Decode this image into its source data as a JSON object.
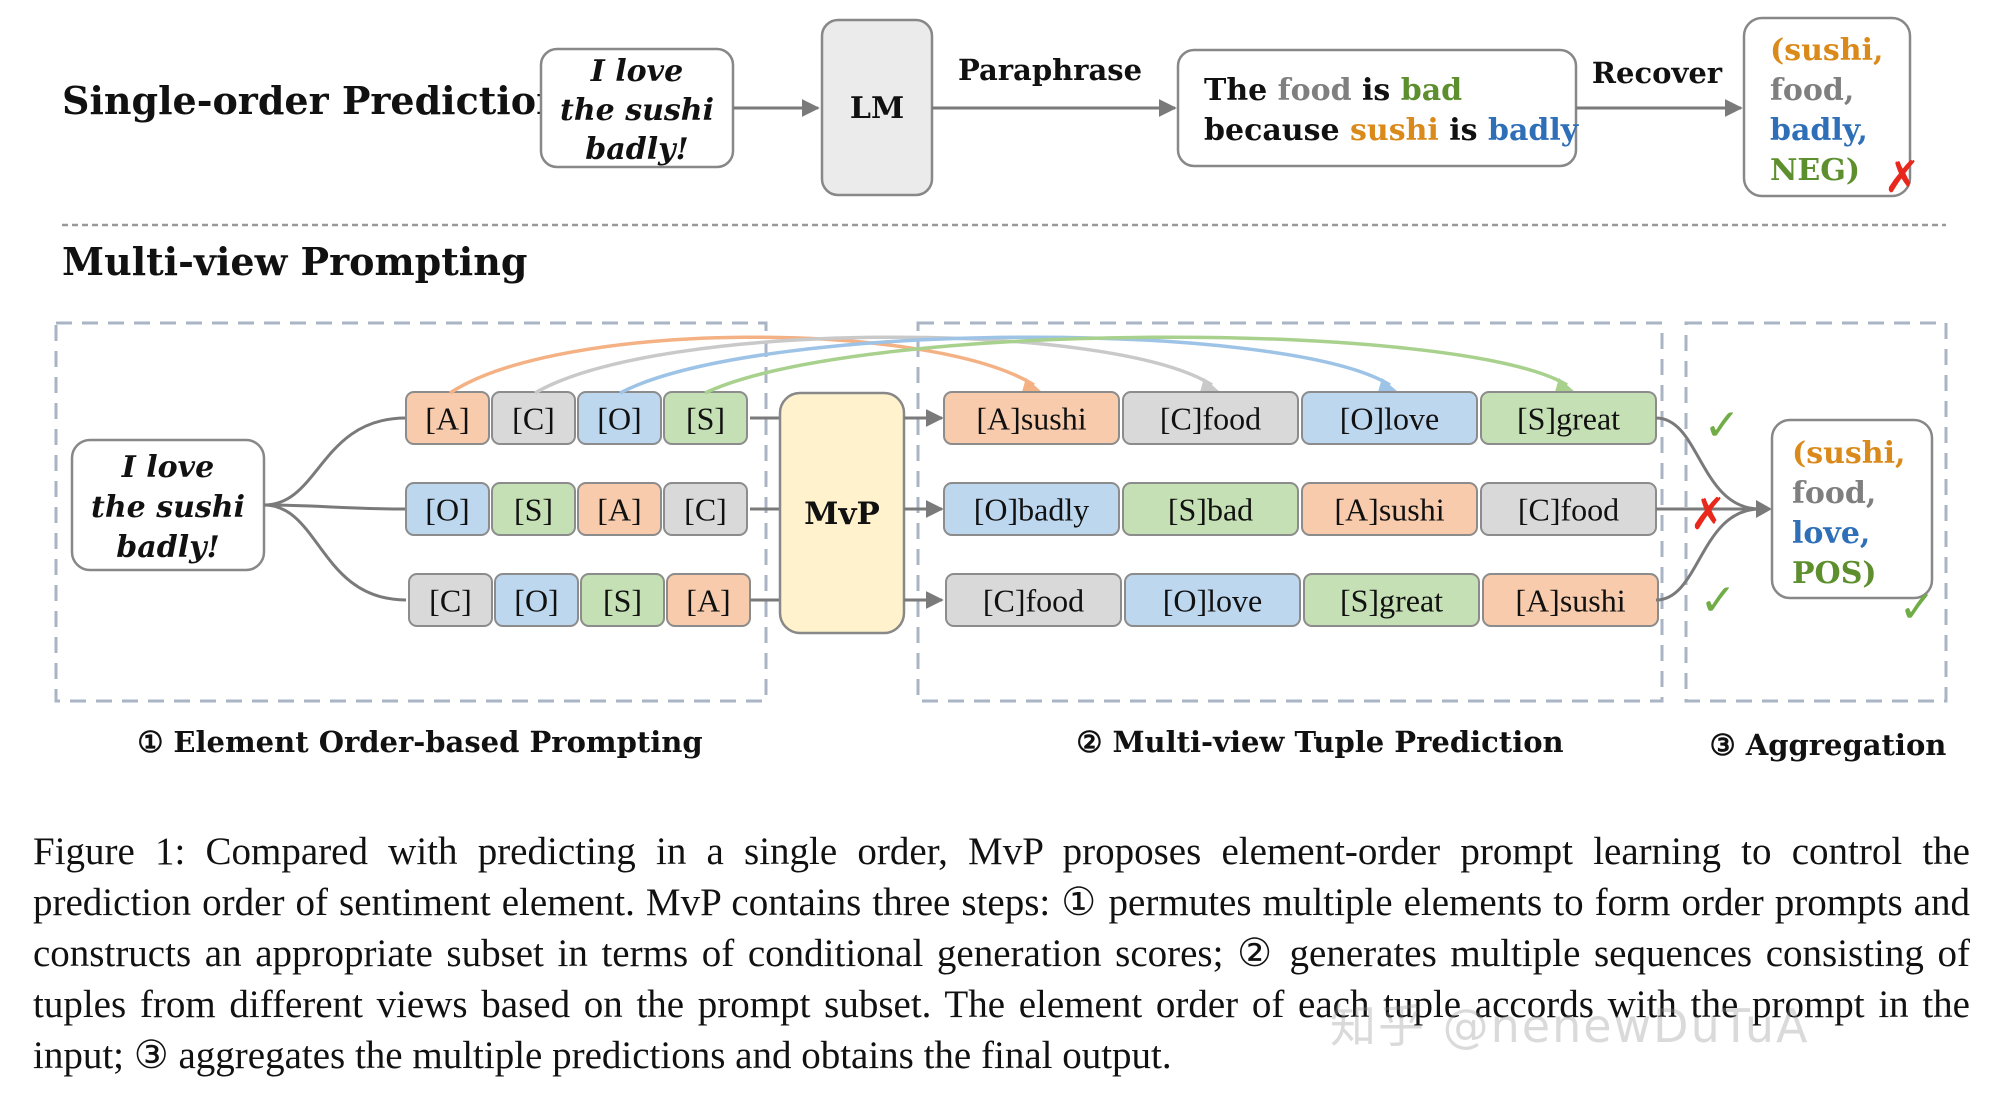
{
  "colors": {
    "aspect": "#d98a1a",
    "category": "#7f7f7f",
    "opinion": "#2e6fb8",
    "sentiment_neg": "#5e8f2e",
    "sentiment_pos": "#5e8f2e",
    "box_A": "#f8cbad",
    "box_C": "#d9d9d9",
    "box_O": "#bdd7ee",
    "box_S": "#c5e0b4",
    "mvp": "#fff2cc",
    "lm": "#ebebeb",
    "check": "#70ad47",
    "cross": "#e8281c"
  },
  "top": {
    "title": "Single-order Prediction",
    "input_lines": [
      "I love",
      "the sushi",
      "badly!"
    ],
    "lm_label": "LM",
    "paraphrase_label": "Paraphrase",
    "sentence_line1": [
      {
        "t": "The ",
        "c": "plain"
      },
      {
        "t": "food",
        "c": "category"
      },
      {
        "t": " is ",
        "c": "plain"
      },
      {
        "t": "bad",
        "c": "sentiment"
      }
    ],
    "sentence_line2": [
      {
        "t": "because ",
        "c": "plain"
      },
      {
        "t": "sushi",
        "c": "aspect"
      },
      {
        "t": " is ",
        "c": "plain"
      },
      {
        "t": "badly",
        "c": "opinion"
      }
    ],
    "recover_label": "Recover",
    "output_lines": [
      {
        "t": "(sushi,",
        "c": "aspect"
      },
      {
        "t": "food,",
        "c": "category"
      },
      {
        "t": "badly,",
        "c": "opinion"
      },
      {
        "t": "NEG)",
        "c": "sentiment"
      }
    ],
    "result_mark": "✗"
  },
  "bottom": {
    "title": "Multi-view Prompting",
    "input_lines": [
      "I love",
      "the sushi",
      "badly!"
    ],
    "prompt_rows": [
      [
        "[A]",
        "[C]",
        "[O]",
        "[S]"
      ],
      [
        "[O]",
        "[S]",
        "[A]",
        "[C]"
      ],
      [
        "[C]",
        "[O]",
        "[S]",
        "[A]"
      ]
    ],
    "mvp_label": "MvP",
    "prediction_rows": [
      [
        "[A]sushi",
        "[C]food",
        "[O]love",
        "[S]great"
      ],
      [
        "[O]badly",
        "[S]bad",
        "[A]sushi",
        "[C]food"
      ],
      [
        "[C]food",
        "[O]love",
        "[S]great",
        "[A]sushi"
      ]
    ],
    "row_marks": [
      "✓",
      "✗",
      "✓"
    ],
    "output_lines": [
      {
        "t": "(sushi,",
        "c": "aspect"
      },
      {
        "t": "food,",
        "c": "category"
      },
      {
        "t": "love,",
        "c": "opinion"
      },
      {
        "t": "POS)",
        "c": "sentiment"
      }
    ],
    "output_mark": "✓",
    "step_labels": [
      "① Element Order-based Prompting",
      "② Multi-view Tuple Prediction",
      "③ Aggregation"
    ]
  },
  "caption": "Figure 1: Compared with predicting in a single order, MvP proposes element-order prompt learning to control the prediction order of sentiment element. MvP contains three steps: ① permutes multiple elements to form order prompts and constructs an appropriate subset in terms of conditional generation scores; ② generates multiple sequences consisting of tuples from different views based on the prompt subset. The element order of each tuple accords with the prompt in the input; ③ aggregates the multiple predictions and obtains the final output.",
  "watermark": "知乎 @nenewDuTuA"
}
